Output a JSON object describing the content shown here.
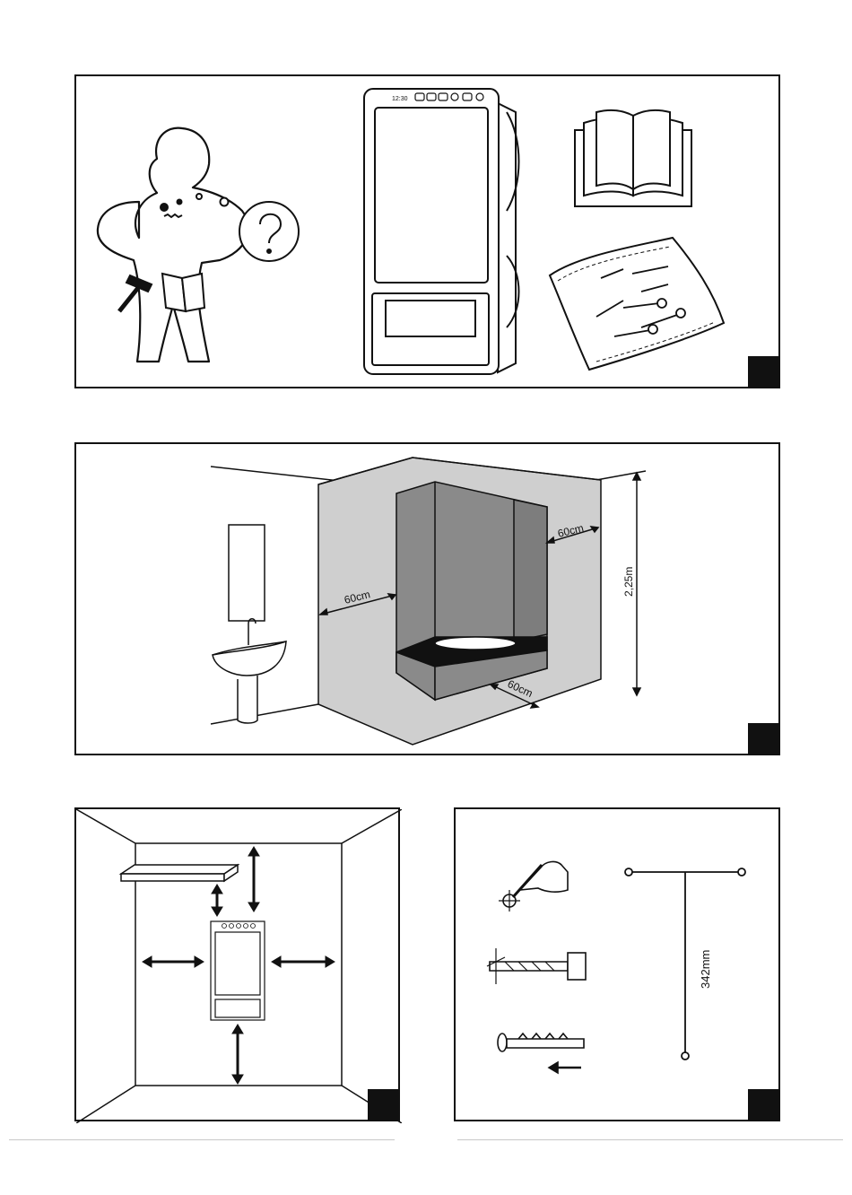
{
  "panel2": {
    "dim_left": "60cm",
    "dim_right": "60cm",
    "dim_floor": "60cm",
    "dim_height": "2,25m"
  },
  "panel4": {
    "spacing": "342mm"
  },
  "colors": {
    "ink": "#111111",
    "zone_light": "#cfcfcf",
    "zone_dark": "#8a8a8a",
    "zone_back": "#7d7d7d"
  }
}
